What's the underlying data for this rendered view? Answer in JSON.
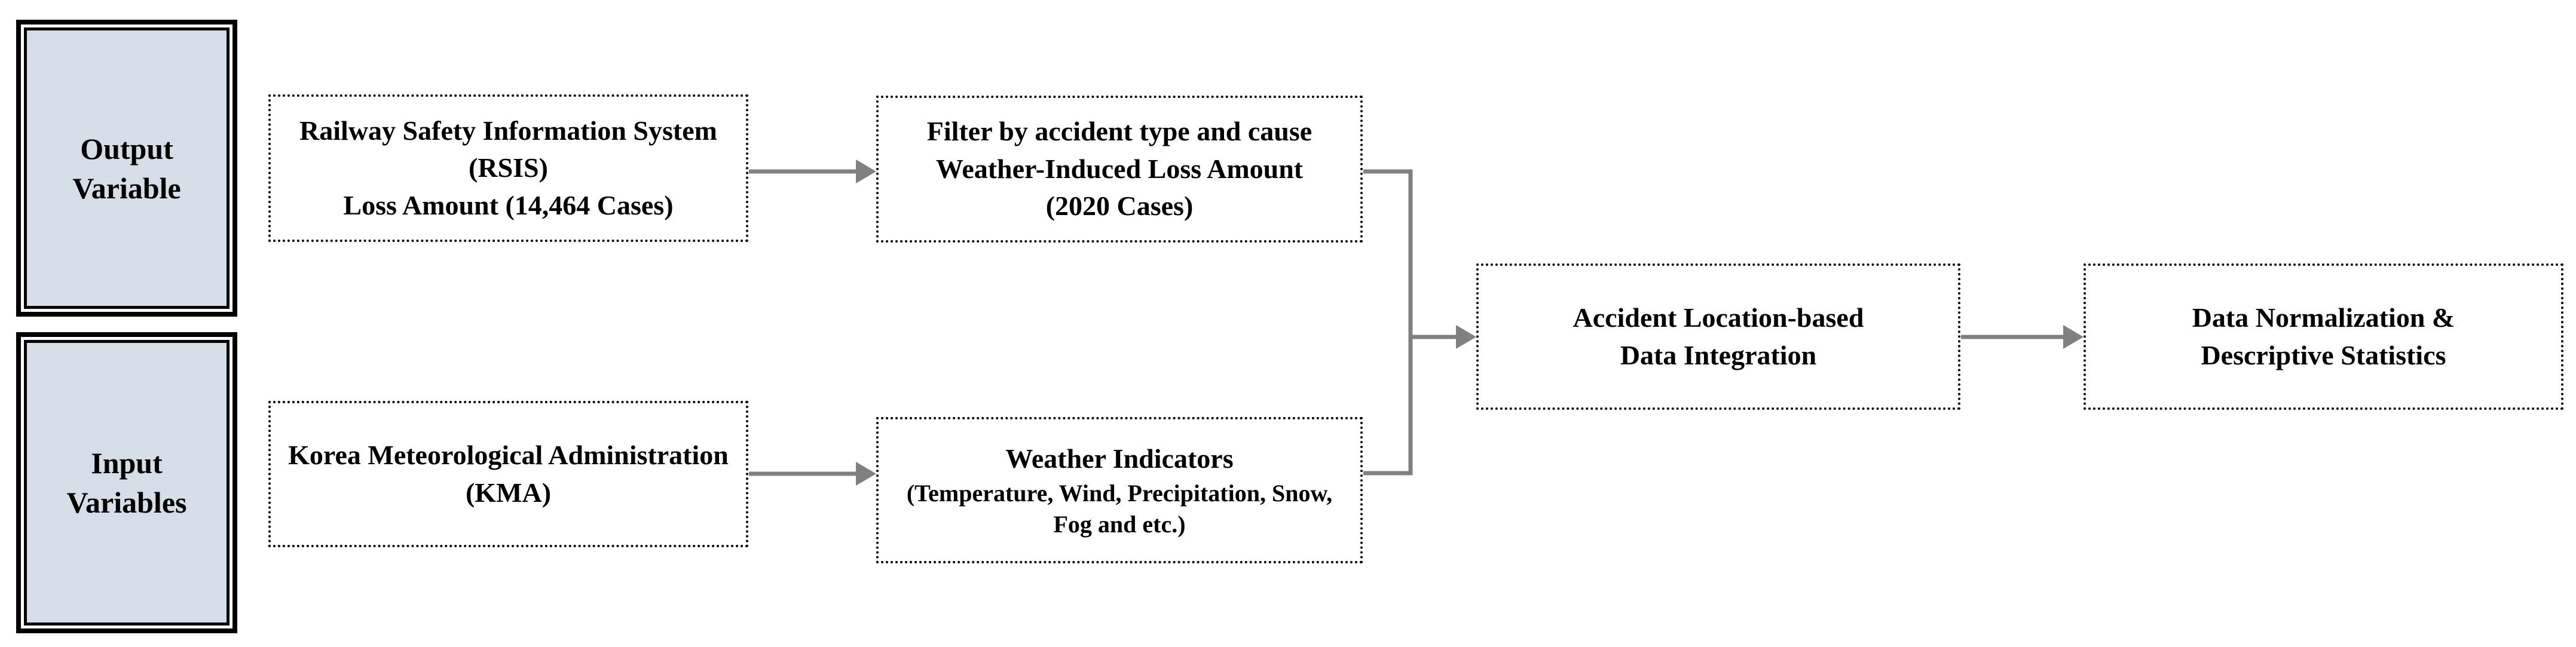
{
  "figure": {
    "background": "#ffffff",
    "colors": {
      "category_box_fill": "#d5dee7",
      "box_border": "#000000",
      "arrow": "#808080",
      "text": "#000000"
    },
    "category_boxes": {
      "output": {
        "lines": [
          "Output",
          "Variable"
        ]
      },
      "input": {
        "lines": [
          "Input",
          "Variables"
        ]
      }
    },
    "process_boxes": {
      "rsis": {
        "lines": [
          "Railway Safety Information System",
          "(RSIS)",
          "Loss Amount (14,464 Cases)"
        ]
      },
      "filter": {
        "lines": [
          "Filter by accident type and cause",
          "Weather-Induced Loss Amount",
          "(2020 Cases)"
        ]
      },
      "kma": {
        "lines": [
          "Korea Meteorological Administration",
          "(KMA)"
        ]
      },
      "weather": {
        "lines": [
          "Weather Indicators",
          "(Temperature, Wind, Precipitation, Snow,",
          "Fog and etc.)"
        ]
      },
      "integration": {
        "lines": [
          "Accident Location-based",
          "Data Integration"
        ]
      },
      "normalization": {
        "lines": [
          "Data Normalization &",
          "Descriptive Statistics"
        ]
      }
    }
  }
}
